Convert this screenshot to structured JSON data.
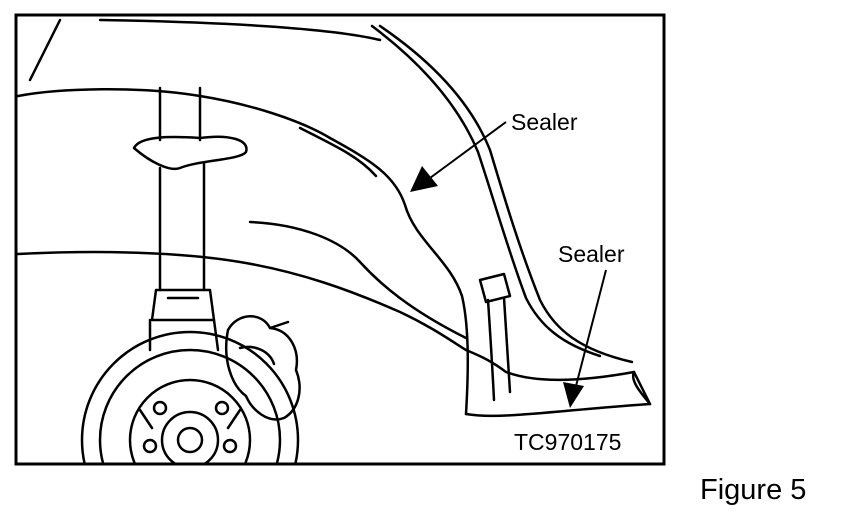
{
  "figure": {
    "caption": "Figure 5",
    "drawing_code": "TC970175",
    "callouts": [
      {
        "id": "sealer-upper",
        "text": "Sealer"
      },
      {
        "id": "sealer-lower",
        "text": "Sealer"
      }
    ]
  }
}
